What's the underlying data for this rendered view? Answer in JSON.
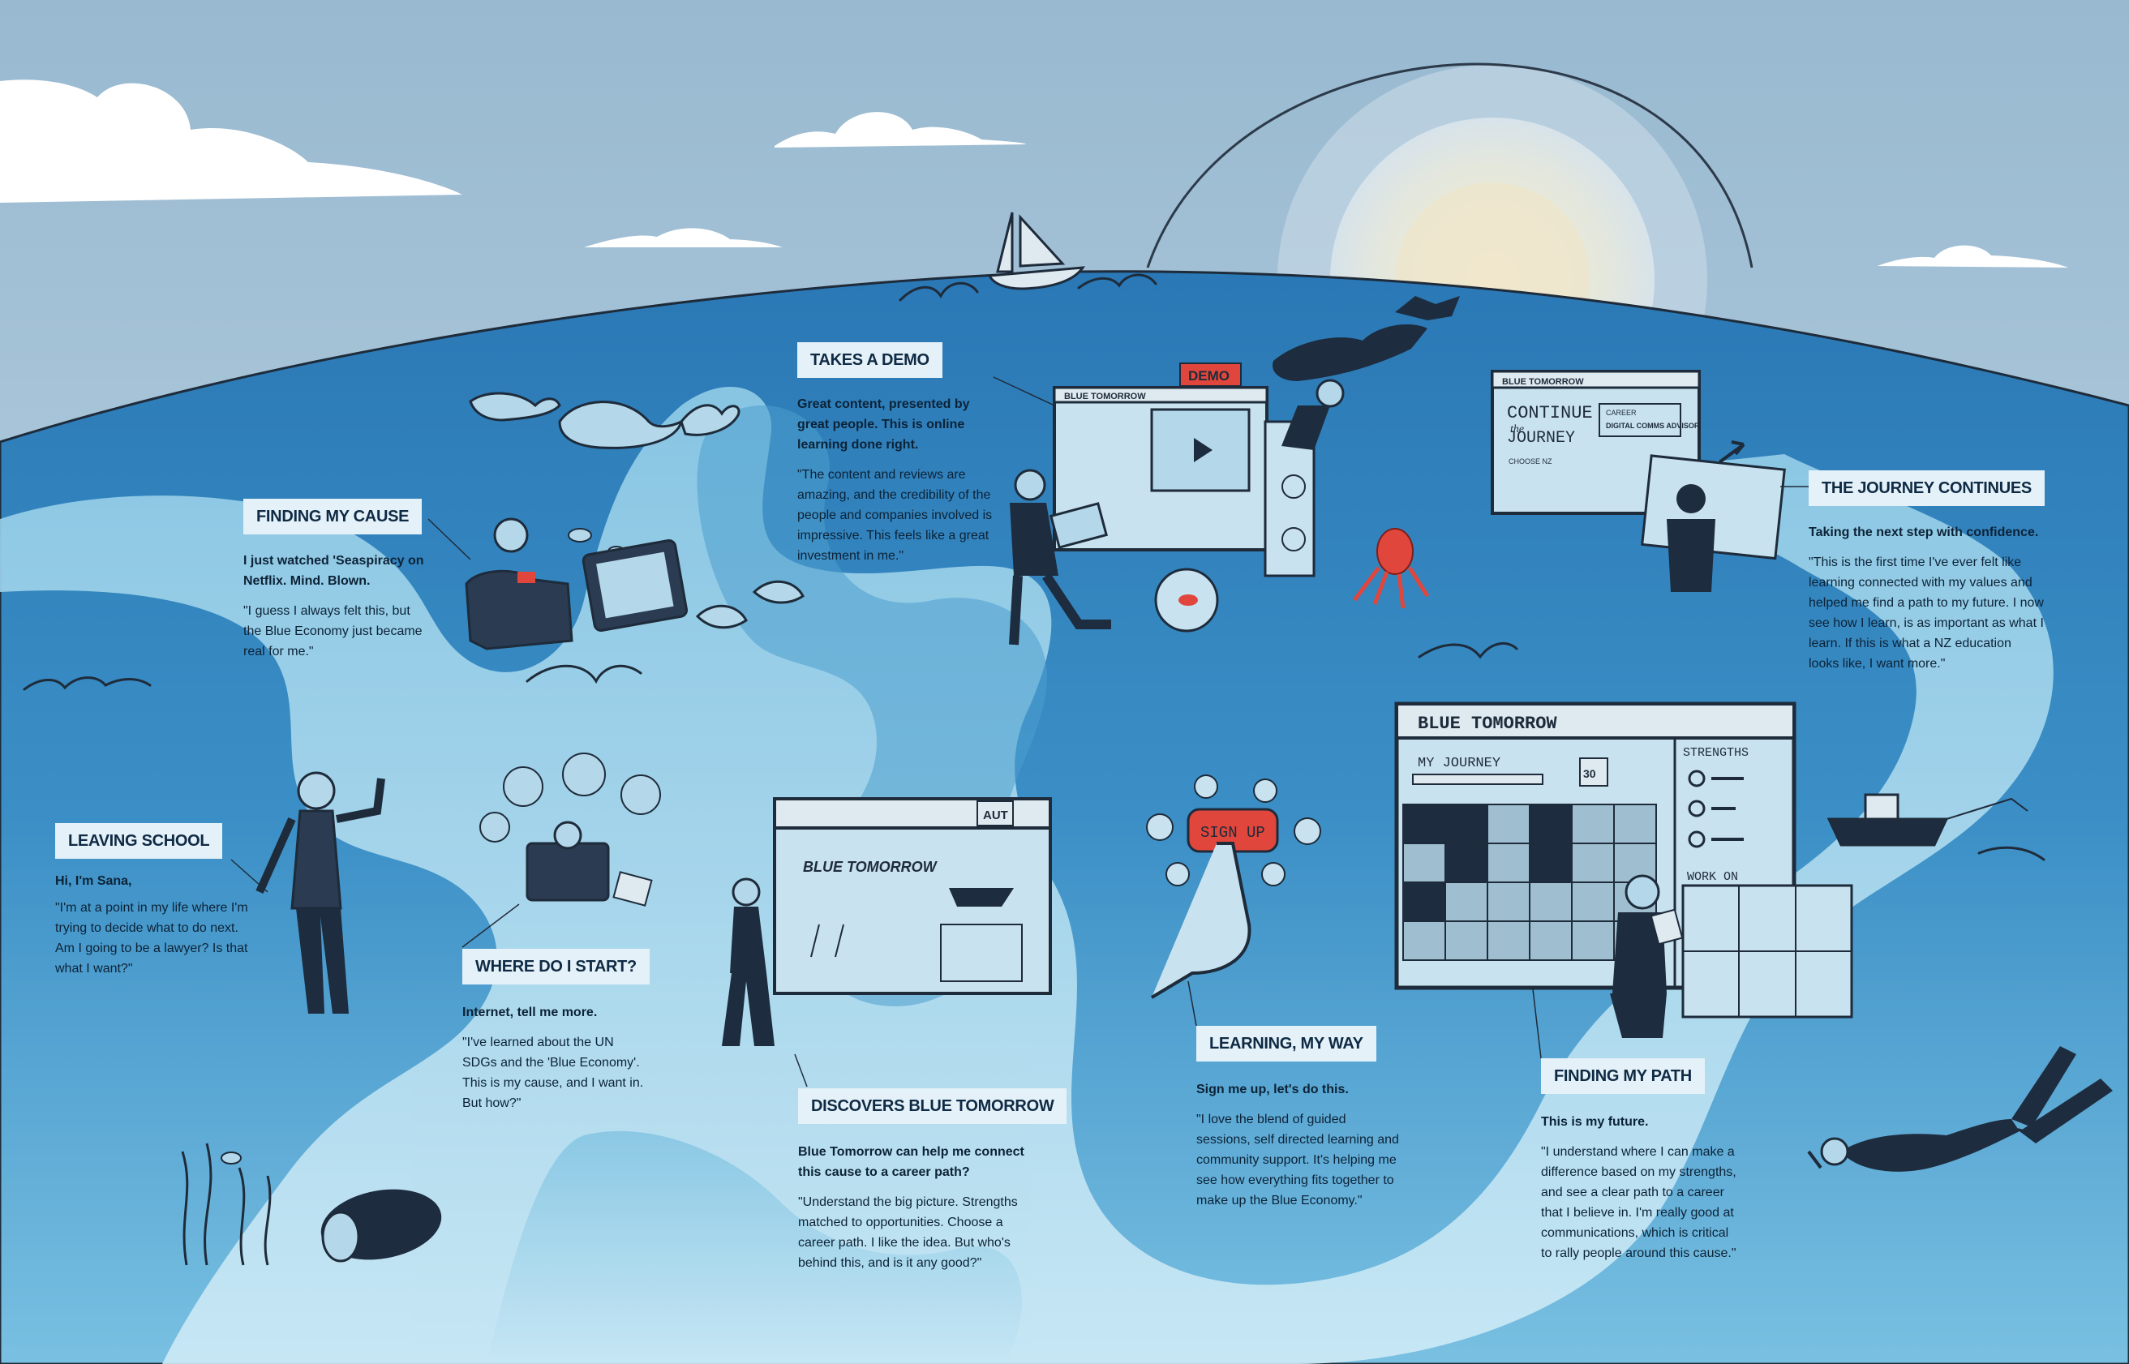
{
  "stages": [
    {
      "title": "LEAVING SCHOOL",
      "lead": "Hi, I'm Sana,",
      "quote": "\"I'm at a point in my life where I'm trying to decide what to do next. Am I going to be a lawyer? Is that what I want?\""
    },
    {
      "title": "FINDING MY CAUSE",
      "lead": "I just watched 'Seaspiracy on Netflix. Mind. Blown.",
      "quote": "\"I guess I always felt this, but the Blue Economy just became real for me.\""
    },
    {
      "title": "WHERE DO I START?",
      "lead": "Internet, tell me more.",
      "quote": "\"I've learned about the UN SDGs and the 'Blue Economy'. This is my cause, and I want in. But how?\""
    },
    {
      "title": "TAKES A DEMO",
      "lead": "Great content, presented by great people. This is online learning done right.",
      "quote": "\"The content and reviews are amazing, and the credibility of the people and companies involved is impressive. This feels like a great investment in me.\""
    },
    {
      "title": "DISCOVERS BLUE TOMORROW",
      "lead": "Blue Tomorrow can help me connect this cause to a career path?",
      "quote": "\"Understand the big picture. Strengths matched to opportunities. Choose a career path. I like the idea. But who's behind this, and is it any good?\""
    },
    {
      "title": "LEARNING, MY WAY",
      "lead": "Sign me up, let's do this.",
      "quote": "\"I love the blend of guided sessions, self directed learning and community support. It's helping me see how everything fits together to make up the Blue Economy.\""
    },
    {
      "title": "FINDING MY PATH",
      "lead": "This is my future.",
      "quote": "\"I understand where I can make a difference based on my strengths, and see a clear path to a career that I believe in. I'm really good at communications, which is critical to rally people around this cause.\""
    },
    {
      "title": "THE JOURNEY CONTINUES",
      "lead": "Taking the next step with confidence.",
      "quote": "\"This is the first time I've ever felt like learning connected with my values and helped me find a path to my future. I now see how I learn, is as important as what I learn. If this is what a NZ education looks like, I want more.\""
    }
  ],
  "illustration": {
    "demo_tag": "DEMO",
    "signup_button": "SIGN UP",
    "aut_badge": "AUT",
    "brand": "BLUE TOMORROW",
    "my_journey": "MY JOURNEY",
    "journey_badge": "30",
    "strengths": "STRENGTHS",
    "work_on": "WORK ON",
    "continue_line1": "CONTINUE",
    "continue_line2": "the",
    "continue_line3": "JOURNEY",
    "choose_nz": "CHOOSE NZ",
    "career_label": "CAREER",
    "digital_comms_advisor": "DIGITAL COMMS ADVISOR"
  },
  "colors": {
    "sky_top": "#98b9d0",
    "sky_bottom": "#c7dbe8",
    "ocean_light": "#bfe3f2",
    "ocean_mid": "#5faed3",
    "ocean_deep": "#2e80bc",
    "ink": "#1d2c3e",
    "accent_red": "#e0463c",
    "label_bg": "#e4f1f8"
  }
}
